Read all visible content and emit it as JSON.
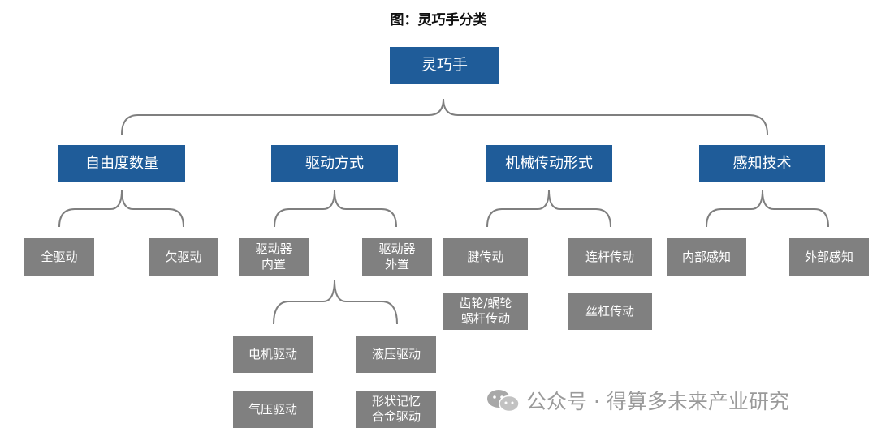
{
  "title": "图：灵巧手分类",
  "root": "灵巧手",
  "categories": [
    "自由度数量",
    "驱动方式",
    "机械传动形式",
    "感知技术"
  ],
  "dof": [
    "全驱动",
    "欠驱动"
  ],
  "drive": [
    "驱动器\n内置",
    "驱动器\n外置"
  ],
  "drive_types": [
    "电机驱动",
    "液压驱动",
    "气压驱动",
    "形状记忆\n合金驱动"
  ],
  "transmission": [
    "腱传动",
    "连杆传动",
    "齿轮/蜗轮\n蜗杆传动",
    "丝杠传动"
  ],
  "sensing": [
    "内部感知",
    "外部感知"
  ],
  "watermark": {
    "text": "公众号 · 得算多未来产业研究",
    "icon": "wechat-icon"
  },
  "colors": {
    "blue": "#1f5c99",
    "gray": "#808080",
    "line": "#7f7f7f"
  }
}
